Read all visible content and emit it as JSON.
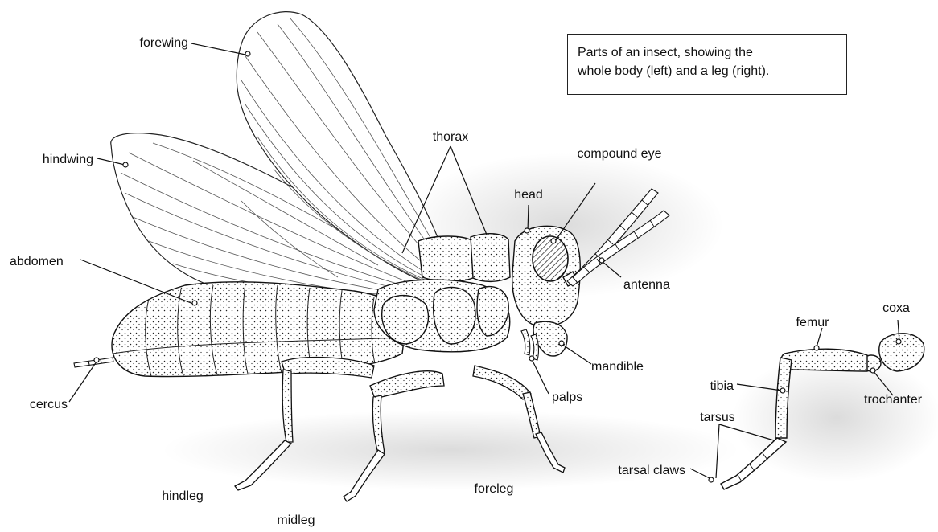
{
  "caption": {
    "line1": "Parts of an insect, showing the",
    "line2": "whole body (left) and a leg (right)."
  },
  "labels": {
    "forewing": "forewing",
    "hindwing": "hindwing",
    "thorax": "thorax",
    "compound_eye": "compound eye",
    "head": "head",
    "abdomen": "abdomen",
    "antenna": "antenna",
    "mandible": "mandible",
    "palps": "palps",
    "cercus": "cercus",
    "hindleg": "hindleg",
    "midleg": "midleg",
    "foreleg": "foreleg"
  },
  "leg_labels": {
    "coxa": "coxa",
    "femur": "femur",
    "tibia": "tibia",
    "trochanter": "trochanter",
    "tarsus": "tarsus",
    "tarsal_claws": "tarsal claws"
  }
}
